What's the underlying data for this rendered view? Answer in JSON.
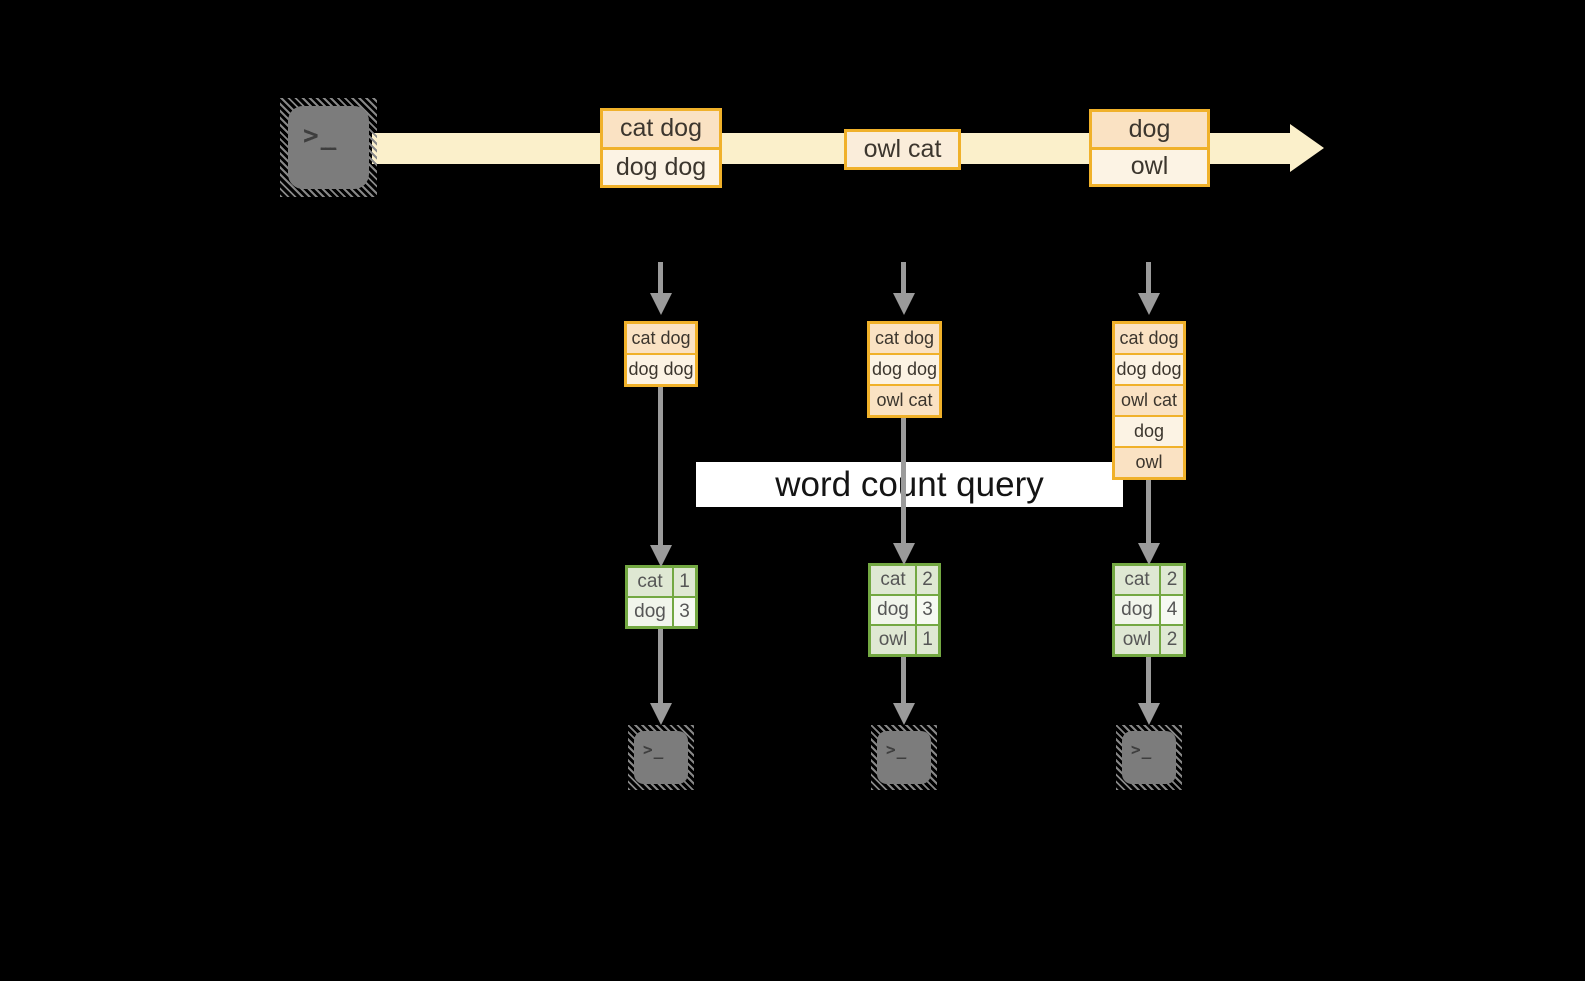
{
  "query_label": "word count query",
  "terminal_glyph": ">_",
  "palette": {
    "background": "#000000",
    "stream_band": "#FBF0CB",
    "record_border": "#F0B12A",
    "record_fill_dark": "#FAE2C3",
    "record_fill_light": "#FCF3E4",
    "table_border": "#73A842",
    "table_fill_dark": "#DFE8D3",
    "table_fill_light": "#F1F5EB",
    "arrow_gray": "#9B9B9B",
    "terminal_gray": "#7C7C7C",
    "query_band_bg": "#FFFFFF"
  },
  "stream_events": [
    {
      "lines": [
        "cat dog",
        "dog dog"
      ]
    },
    {
      "lines": [
        "owl cat"
      ]
    },
    {
      "lines": [
        "dog",
        "owl"
      ]
    }
  ],
  "snapshots": [
    {
      "lines": [
        "cat dog",
        "dog dog"
      ]
    },
    {
      "lines": [
        "cat dog",
        "dog dog",
        "owl cat"
      ]
    },
    {
      "lines": [
        "cat dog",
        "dog dog",
        "owl cat",
        "dog",
        "owl"
      ]
    }
  ],
  "counts": [
    {
      "rows": [
        {
          "word": "cat",
          "count": "1"
        },
        {
          "word": "dog",
          "count": "3"
        }
      ]
    },
    {
      "rows": [
        {
          "word": "cat",
          "count": "2"
        },
        {
          "word": "dog",
          "count": "3"
        },
        {
          "word": "owl",
          "count": "1"
        }
      ]
    },
    {
      "rows": [
        {
          "word": "cat",
          "count": "2"
        },
        {
          "word": "dog",
          "count": "4"
        },
        {
          "word": "owl",
          "count": "2"
        }
      ]
    }
  ]
}
